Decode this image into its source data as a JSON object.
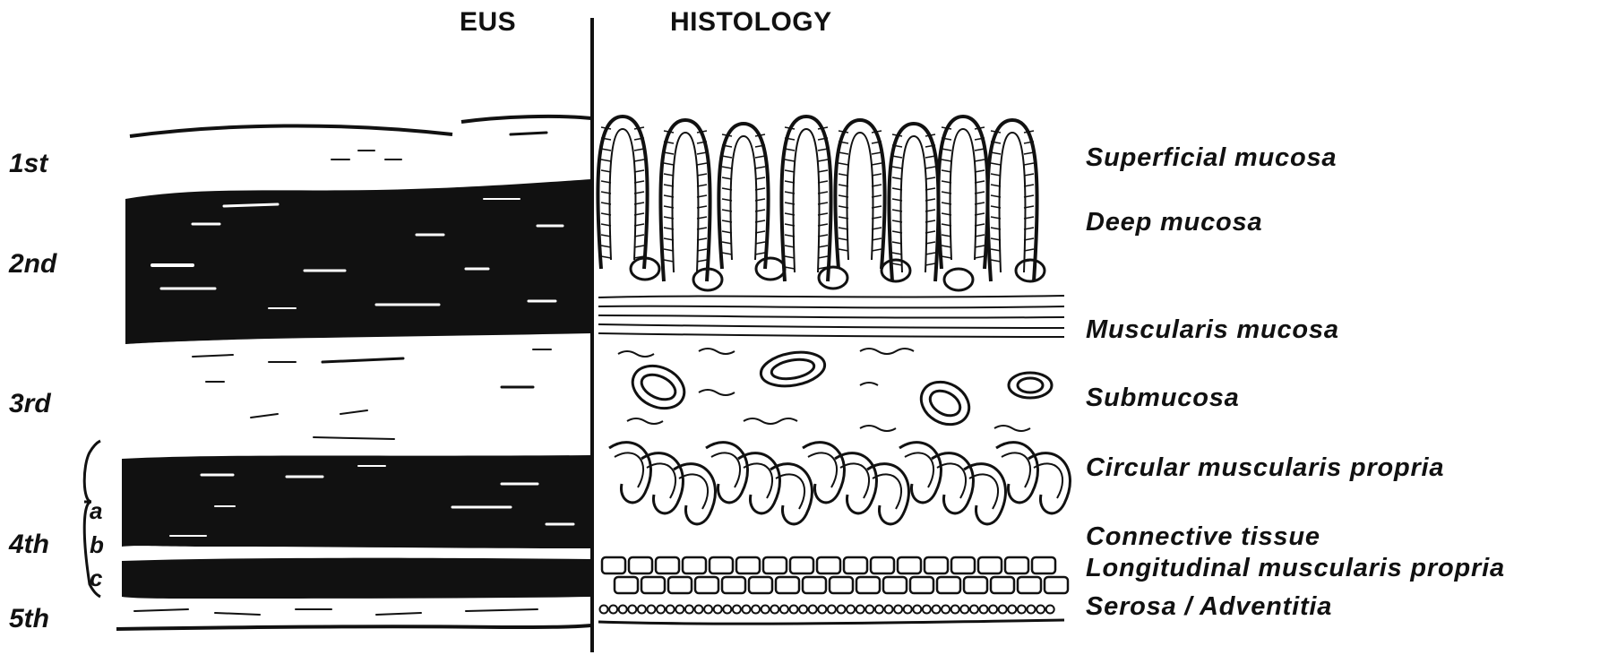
{
  "headers": {
    "eus": "EUS",
    "histology": "HISTOLOGY"
  },
  "eus_layers": [
    {
      "id": "1st",
      "label": "1st",
      "echo": "hyperechoic"
    },
    {
      "id": "2nd",
      "label": "2nd",
      "echo": "hypoechoic"
    },
    {
      "id": "3rd",
      "label": "3rd",
      "echo": "hyperechoic"
    },
    {
      "id": "4th",
      "label": "4th",
      "echo": "hypoechoic",
      "sublayers": [
        {
          "id": "a",
          "label": "a"
        },
        {
          "id": "b",
          "label": "b"
        },
        {
          "id": "c",
          "label": "c"
        }
      ]
    },
    {
      "id": "5th",
      "label": "5th",
      "echo": "hyperechoic"
    }
  ],
  "histology_layers": [
    "Superficial mucosa",
    "Deep mucosa",
    "Muscularis mucosa",
    "Submucosa",
    "Circular muscularis propria",
    "Connective tissue",
    "Longitudinal muscularis propria",
    "Serosa / Adventitia"
  ],
  "colors": {
    "ink": "#111111",
    "paper": "#ffffff"
  }
}
